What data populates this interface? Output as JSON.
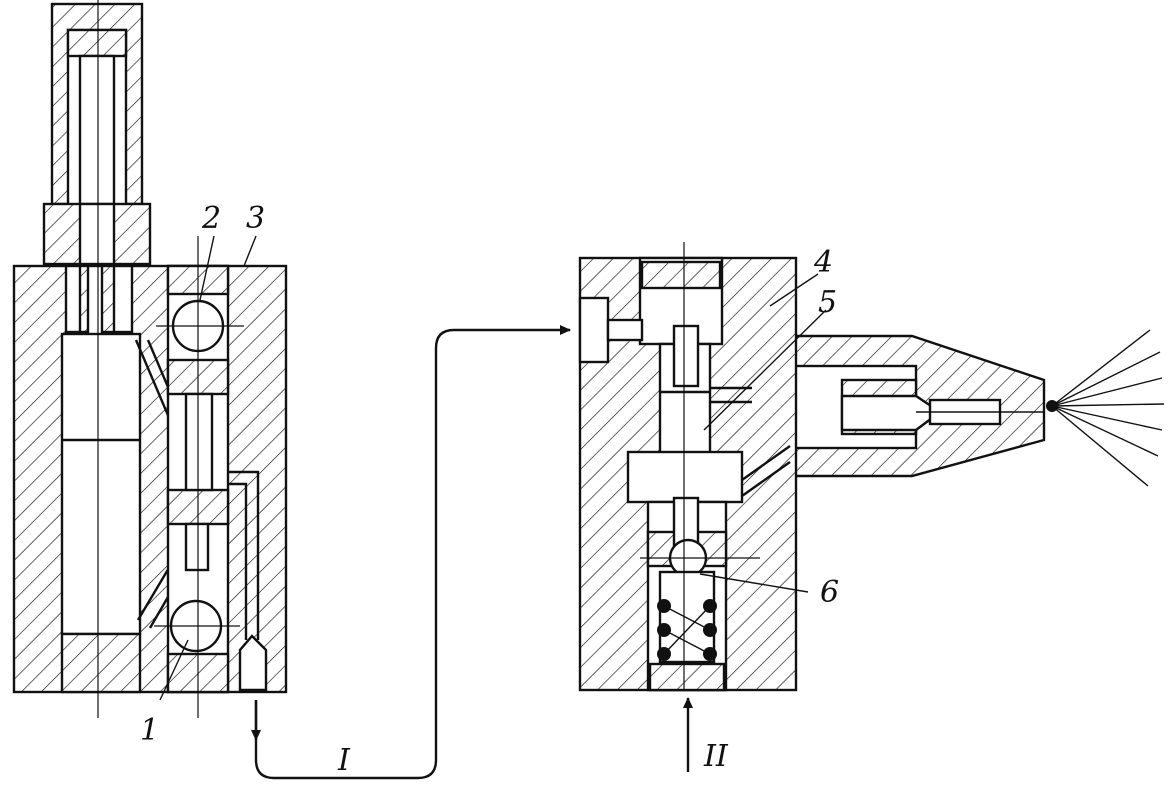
{
  "labels": {
    "part_1": "1",
    "part_2": "2",
    "part_3": "3",
    "part_4": "4",
    "part_5": "5",
    "part_6": "6",
    "line_1": "I",
    "line_2": "II"
  },
  "colors": {
    "ink": "#111111",
    "background": "#ffffff"
  }
}
